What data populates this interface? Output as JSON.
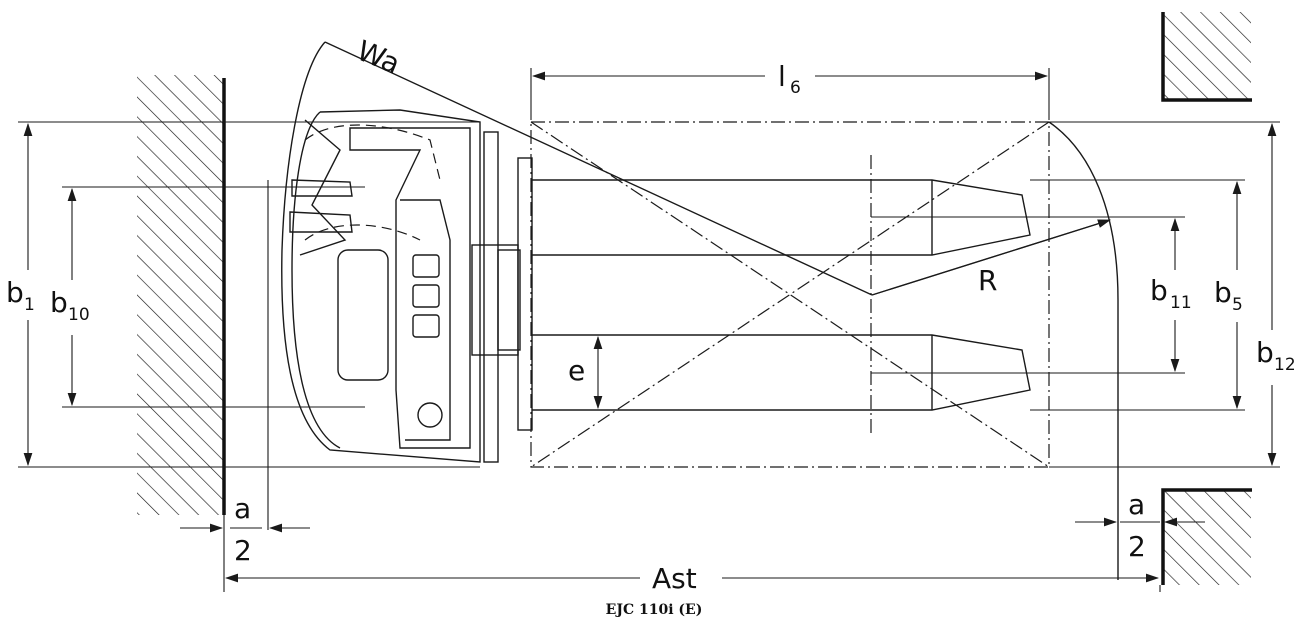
{
  "labels": {
    "wa": "Wa",
    "l6_main": "l",
    "l6_sub": "6",
    "b1_main": "b",
    "b1_sub": "1",
    "b10_main": "b",
    "b10_sub": "10",
    "b11_main": "b",
    "b11_sub": "11",
    "b5_main": "b",
    "b5_sub": "5",
    "b12_main": "b",
    "b12_sub": "12",
    "r": "R",
    "e": "e",
    "a_left": "a",
    "two_left": "2",
    "a_right": "a",
    "two_right": "2",
    "ast": "Ast"
  },
  "caption": "EJC 110i (E)"
}
